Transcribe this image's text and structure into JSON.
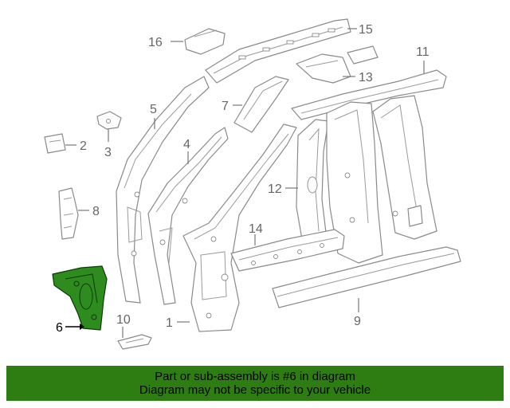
{
  "callouts": [
    {
      "number": "1"
    },
    {
      "number": "2"
    },
    {
      "number": "3"
    },
    {
      "number": "4"
    },
    {
      "number": "5"
    },
    {
      "number": "6"
    },
    {
      "number": "7"
    },
    {
      "number": "8"
    },
    {
      "number": "9"
    },
    {
      "number": "10"
    },
    {
      "number": "11"
    },
    {
      "number": "12"
    },
    {
      "number": "13"
    },
    {
      "number": "14"
    },
    {
      "number": "15"
    },
    {
      "number": "16"
    }
  ],
  "highlighted_part": "6",
  "colors": {
    "highlight": "#2e8b1e",
    "banner": "#2e7d12",
    "linework": "#8a8a8a"
  },
  "footer": {
    "line1": "Part or sub-assembly is #6 in diagram",
    "line2": "Diagram may not be specific to your vehicle"
  }
}
